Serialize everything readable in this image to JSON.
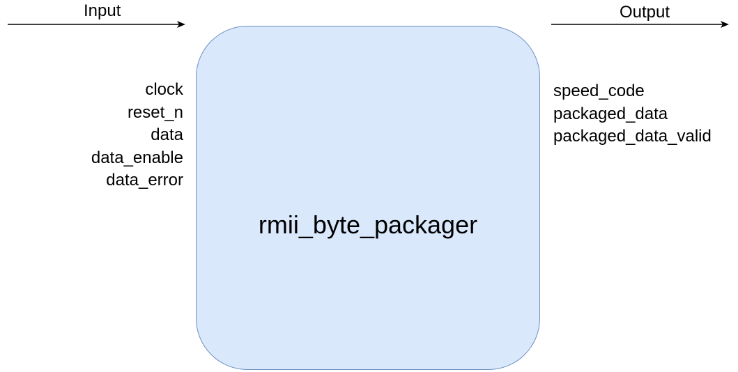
{
  "diagram": {
    "input_title": "Input",
    "output_title": "Output",
    "module_name": "rmii_byte_packager",
    "input_ports": [
      "clock",
      "reset_n",
      "data",
      "data_enable",
      "data_error"
    ],
    "output_ports": [
      "speed_code",
      "packaged_data",
      "packaged_data_valid"
    ],
    "colors": {
      "module_fill": "#dae8fc",
      "module_stroke": "#6c8ebf",
      "arrow": "#000000"
    }
  }
}
